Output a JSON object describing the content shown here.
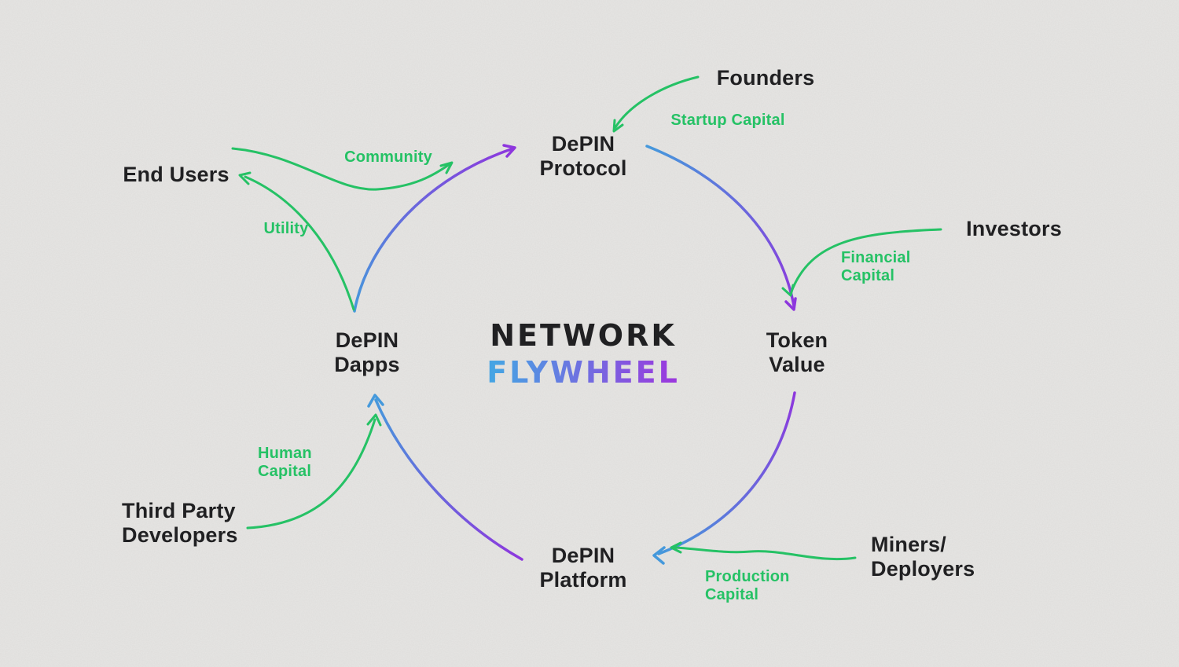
{
  "title": {
    "line1": "NETWORK",
    "line2": "FLYWHEEL"
  },
  "nodes": {
    "protocol": {
      "line1": "DePIN",
      "line2": "Protocol"
    },
    "token_value": {
      "line1": "Token",
      "line2": "Value"
    },
    "platform": {
      "line1": "DePIN",
      "line2": "Platform"
    },
    "dapps": {
      "line1": "DePIN",
      "line2": "Dapps"
    }
  },
  "actors": {
    "founders": "Founders",
    "investors": "Investors",
    "miners_deployers": {
      "line1": "Miners/",
      "line2": "Deployers"
    },
    "third_party_developers": {
      "line1": "Third Party",
      "line2": "Developers"
    },
    "end_users": "End Users"
  },
  "flows": {
    "startup_capital": "Startup Capital",
    "financial_capital": {
      "line1": "Financial",
      "line2": "Capital"
    },
    "production_capital": {
      "line1": "Production",
      "line2": "Capital"
    },
    "human_capital": {
      "line1": "Human",
      "line2": "Capital"
    },
    "community": "Community",
    "utility": "Utility"
  },
  "colors": {
    "background": "#e7e6e4",
    "text": "#1e1e20",
    "green": "#23c565",
    "blue": "#449be0",
    "purple": "#8f35e2",
    "title_gradient_start": "#45a6e8",
    "title_gradient_end": "#9c38e2"
  }
}
